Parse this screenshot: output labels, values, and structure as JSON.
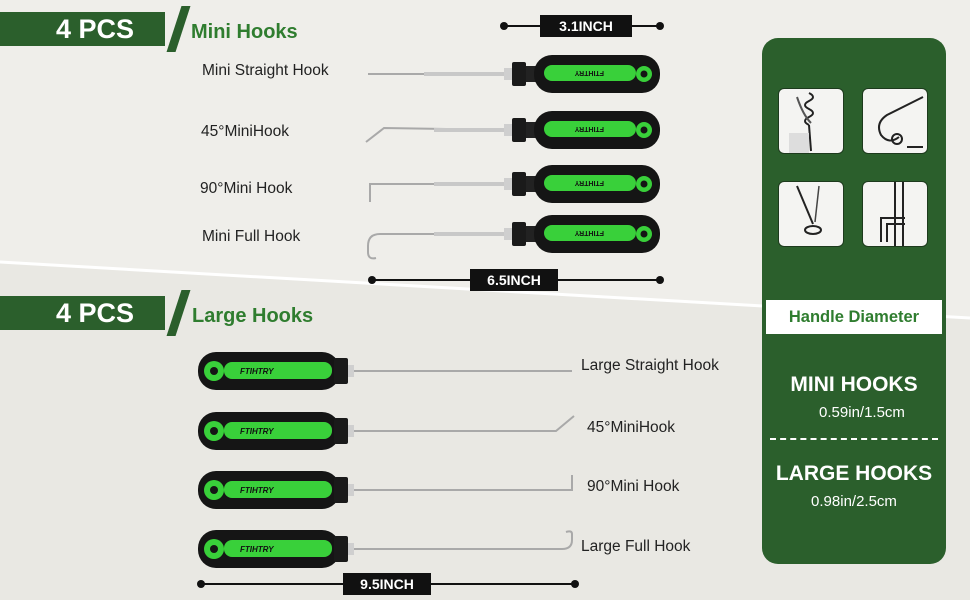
{
  "mini": {
    "count": "4 PCS",
    "title": "Mini Hooks",
    "width_label": "3.1INCH",
    "length_label": "6.5INCH",
    "items": [
      "Mini Straight Hook",
      "45°MiniHook",
      "90°Mini Hook",
      "Mini Full Hook"
    ]
  },
  "large": {
    "count": "4 PCS",
    "title": "Large Hooks",
    "length_label": "9.5INCH",
    "items": [
      "Large Straight Hook",
      "45°MiniHook",
      "90°Mini Hook",
      "Large Full Hook"
    ]
  },
  "brand": "FTIHTRY",
  "panel": {
    "label": "Handle Diameter",
    "mini_title": "MINI HOOKS",
    "mini_value": "0.59in/1.5cm",
    "large_title": "LARGE HOOKS",
    "large_value": "0.98in/2.5cm",
    "icons": [
      "spring-hook-icon",
      "wire-hook-icon",
      "seal-pick-icon",
      "corner-hook-icon"
    ]
  },
  "colors": {
    "brand_green": "#2b5f2c",
    "accent_green": "#39d03a",
    "text_green": "#2f7d2f",
    "background": "#efeeea"
  }
}
